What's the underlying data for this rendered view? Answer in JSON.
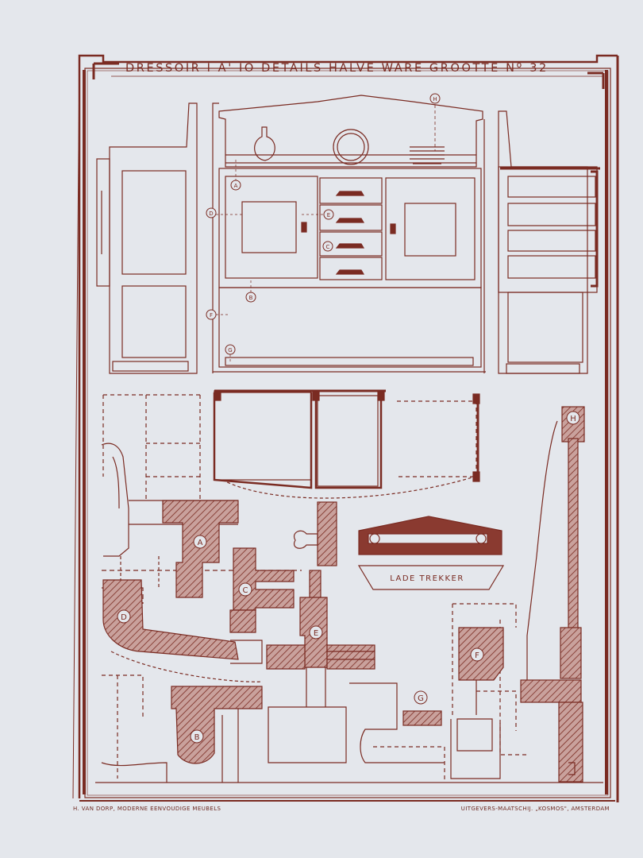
{
  "plate": {
    "title": "DRESSOIR I A' IO DETAILS HALVE WARE GROOTTE Nº 32",
    "footer_left": "H. VAN DORP, MODERNE EENVOUDIGE MEUBELS",
    "footer_right": "UITGEVERS-MAATSCHIJ. „KOSMOS\", AMSTERDAM",
    "detail_label": "LADE TREKKER"
  },
  "markers": {
    "a": "A",
    "b": "B",
    "c": "C",
    "d": "D",
    "e": "E",
    "f": "F",
    "g": "G",
    "h": "H"
  },
  "colors": {
    "ink": "#7a2b22",
    "hatch_fill": "#b98b86",
    "paper": "#e4e7ec"
  }
}
